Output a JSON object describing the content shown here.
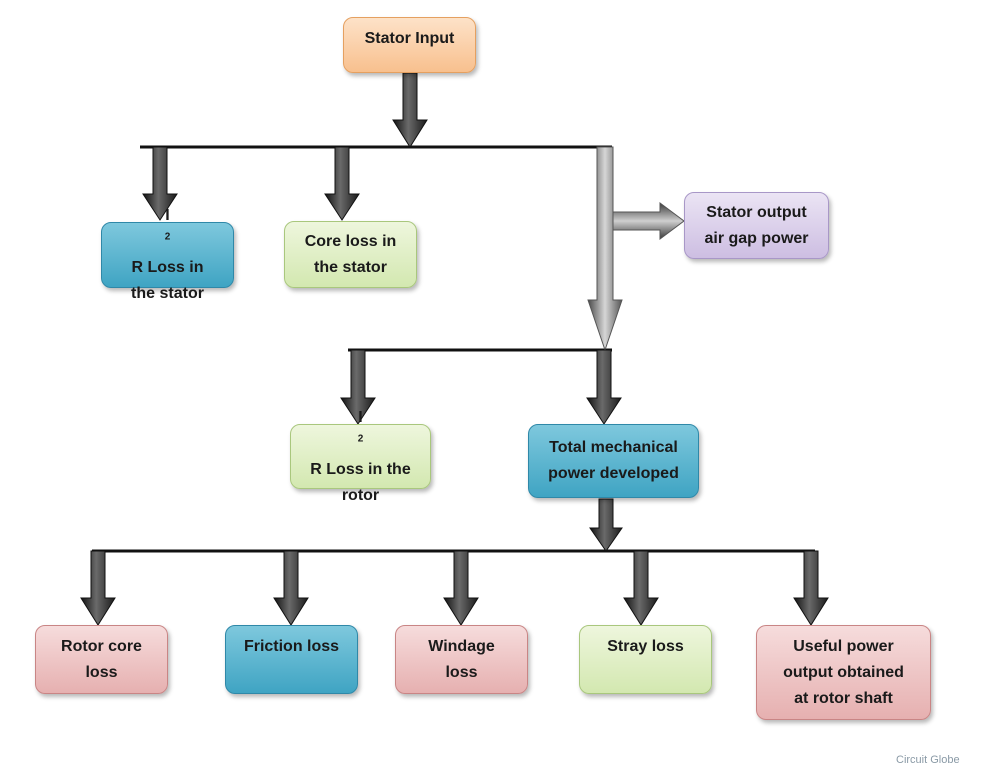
{
  "nodes": {
    "stator_input": "Stator Input",
    "i2r_stator": {
      "pre": "I",
      "sup": "2",
      "post": "R Loss in",
      "line2": "the stator"
    },
    "core_loss_stator": {
      "line1": "Core loss in",
      "line2": "the stator"
    },
    "stator_output": {
      "line1": "Stator output",
      "line2": "air gap power"
    },
    "i2r_rotor": {
      "pre": "I",
      "sup": "2",
      "post": "R Loss in the",
      "line2": "rotor"
    },
    "total_mech": {
      "line1": "Total mechanical",
      "line2": "power developed"
    },
    "rotor_core_loss": {
      "line1": "Rotor core",
      "line2": "loss"
    },
    "friction_loss": "Friction loss",
    "windage_loss": {
      "line1": "Windage",
      "line2": "loss"
    },
    "stray_loss": "Stray loss",
    "useful_power": {
      "line1": "Useful power",
      "line2": "output obtained",
      "line3": "at rotor shaft"
    }
  },
  "watermark": "Circuit Globe",
  "colors": {
    "orange": "#f8c08e",
    "blue": "#3fa4c3",
    "green": "#d3e8b0",
    "purple": "#cdbee2",
    "pink": "#e6b0b0",
    "arrow": "#2b2b2b"
  }
}
